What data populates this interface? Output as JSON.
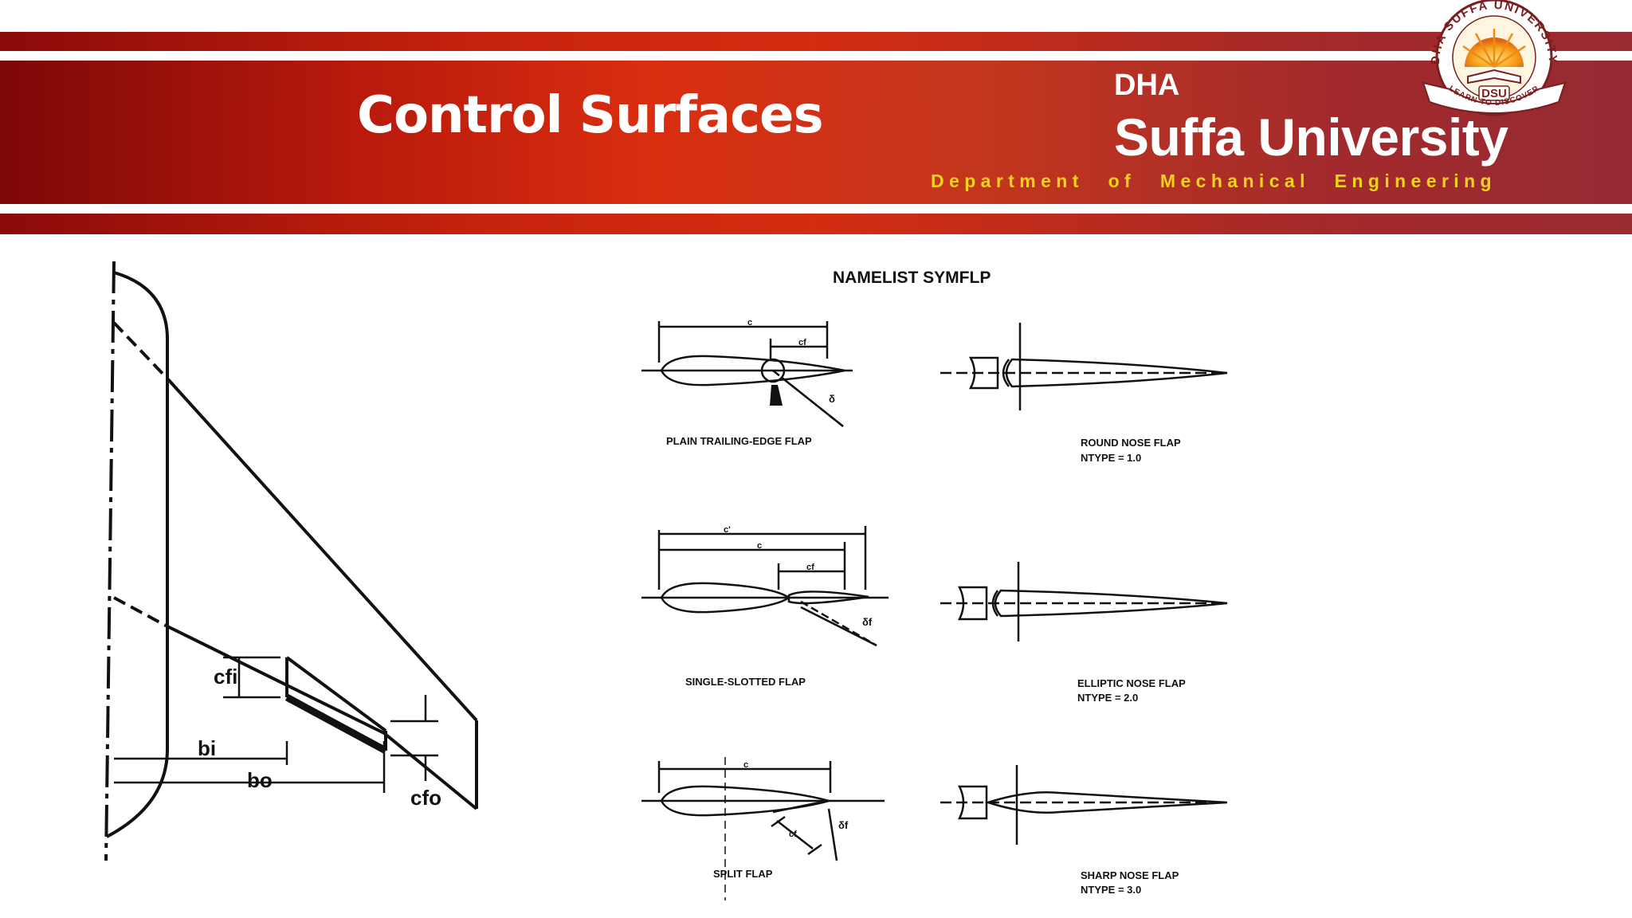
{
  "slide": {
    "title": "Control Surfaces",
    "brand_top": "DHA",
    "brand_name": "Suffa University",
    "department": "Department of Mechanical Engineering"
  },
  "logo": {
    "arc_text": "DHA SUFFA UNIVERSITY",
    "badge": "DSU",
    "motto": "LEARN TO DISCOVER"
  },
  "wing_figure": {
    "labels": {
      "cfi": "cfi",
      "bi": "bi",
      "bo": "bo",
      "cfo": "cfo"
    }
  },
  "symflp_figure": {
    "heading": "NAMELIST SYMFLP",
    "dim_labels": {
      "c": "c",
      "cf": "cf",
      "c_prime": "c'",
      "delta_f": "δf",
      "delta": "δ"
    },
    "flaps": [
      {
        "name": "PLAIN TRAILING-EDGE FLAP"
      },
      {
        "name": "SINGLE-SLOTTED FLAP"
      },
      {
        "name": "SPLIT FLAP"
      },
      {
        "name": "ROUND NOSE FLAP",
        "ntype": "NTYPE = 1.0"
      },
      {
        "name": "ELLIPTIC NOSE FLAP",
        "ntype": "NTYPE = 2.0"
      },
      {
        "name": "SHARP NOSE FLAP",
        "ntype": "NTYPE = 3.0"
      }
    ]
  },
  "colors": {
    "header_red": "#c8230d",
    "header_dark": "#7d0808",
    "department_yellow": "#f2d21a"
  }
}
